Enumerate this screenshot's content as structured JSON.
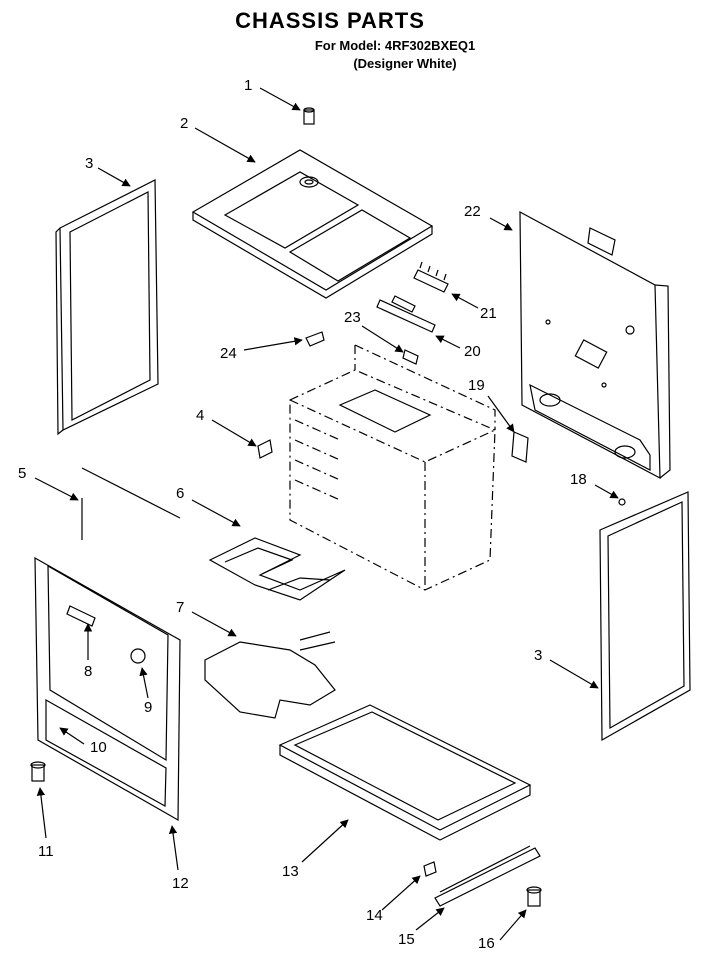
{
  "header": {
    "title": "CHASSIS PARTS",
    "model_line": "For Model: 4RF302BXEQ1",
    "color_line": "(Designer White)"
  },
  "callouts": [
    {
      "id": "c1",
      "label": "1"
    },
    {
      "id": "c2",
      "label": "2"
    },
    {
      "id": "c3a",
      "label": "3"
    },
    {
      "id": "c3b",
      "label": "3"
    },
    {
      "id": "c4",
      "label": "4"
    },
    {
      "id": "c5",
      "label": "5"
    },
    {
      "id": "c6",
      "label": "6"
    },
    {
      "id": "c7",
      "label": "7"
    },
    {
      "id": "c8",
      "label": "8"
    },
    {
      "id": "c9",
      "label": "9"
    },
    {
      "id": "c10",
      "label": "10"
    },
    {
      "id": "c11",
      "label": "11"
    },
    {
      "id": "c12",
      "label": "12"
    },
    {
      "id": "c13",
      "label": "13"
    },
    {
      "id": "c14",
      "label": "14"
    },
    {
      "id": "c15",
      "label": "15"
    },
    {
      "id": "c16",
      "label": "16"
    },
    {
      "id": "c18",
      "label": "18"
    },
    {
      "id": "c19",
      "label": "19"
    },
    {
      "id": "c20",
      "label": "20"
    },
    {
      "id": "c21",
      "label": "21"
    },
    {
      "id": "c22",
      "label": "22"
    },
    {
      "id": "c23",
      "label": "23"
    },
    {
      "id": "c24",
      "label": "24"
    }
  ]
}
